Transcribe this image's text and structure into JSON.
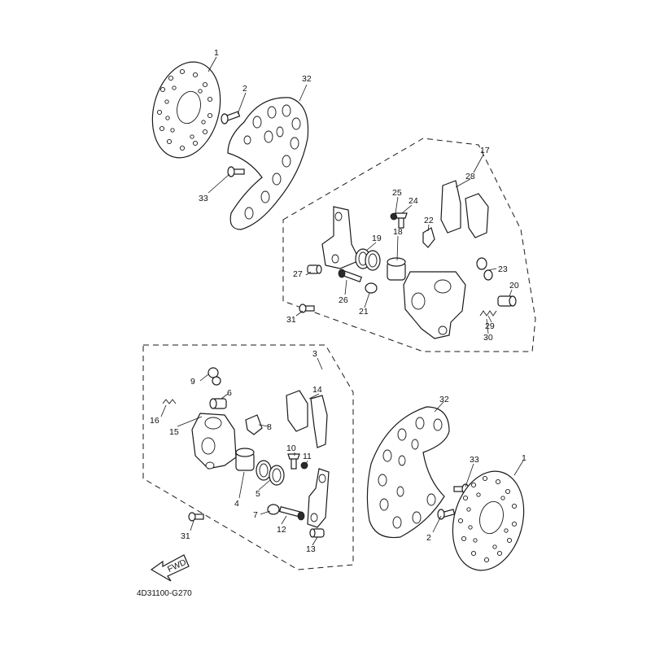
{
  "drawing_code": "4D31100-G270",
  "fwd_label": "FWD",
  "callouts": {
    "c1a": "1",
    "c2a": "2",
    "c32a": "32",
    "c33a": "33",
    "c17": "17",
    "c28": "28",
    "c25": "25",
    "c24": "24",
    "c22": "22",
    "c19": "19",
    "c18": "18",
    "c23": "23",
    "c27": "27",
    "c20": "20",
    "c26": "26",
    "c21": "21",
    "c31a": "31",
    "c29": "29",
    "c30": "30",
    "c3": "3",
    "c9": "9",
    "c6": "6",
    "c14": "14",
    "c16": "16",
    "c15": "15",
    "c8": "8",
    "c10": "10",
    "c11": "11",
    "c4": "4",
    "c5": "5",
    "c7": "7",
    "c31b": "31",
    "c12": "12",
    "c13": "13",
    "c32b": "32",
    "c33b": "33",
    "c1b": "1",
    "c2b": "2"
  }
}
